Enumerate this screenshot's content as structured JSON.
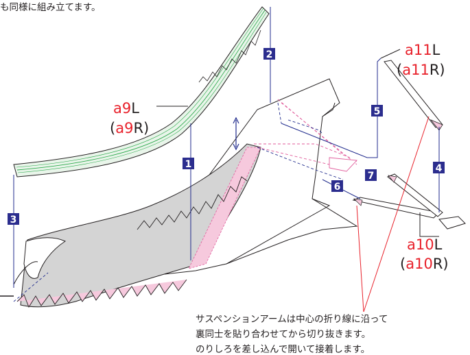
{
  "header_note": "も同様に組み立てます。",
  "parts": {
    "a9": {
      "prefix": "a",
      "num": "9",
      "left_tag": "L",
      "right_tag": "R"
    },
    "a10": {
      "prefix": "a",
      "num": "10",
      "left_tag": "L",
      "right_tag": "R"
    },
    "a11": {
      "prefix": "a",
      "num": "11",
      "left_tag": "L",
      "right_tag": "R"
    }
  },
  "steps": [
    "1",
    "2",
    "3",
    "4",
    "5",
    "6",
    "7"
  ],
  "instructions": [
    "サスペンションアームは中心の折り線に沿って",
    "裏同士を貼り合わせてから切り抜きます。",
    "のりしろを差し込んで開いて接着します。"
  ],
  "colors": {
    "step_box": "#2b2d8e",
    "part_code": "#e8202a",
    "guide_line": "#1f2a8c",
    "glue_tab": "#f6c9dd",
    "body_fill": "#d4d4d4",
    "leader": "#e8202a"
  }
}
